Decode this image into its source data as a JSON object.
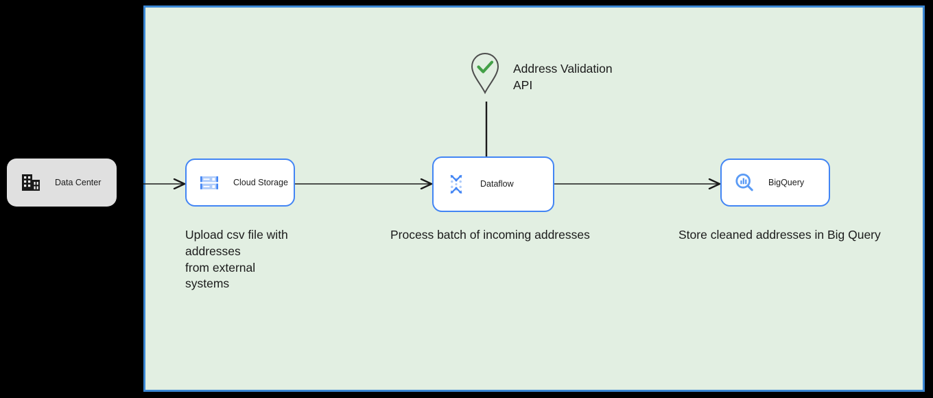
{
  "canvas": {
    "background_color": "#000000",
    "container": {
      "name": "cloud-boundary",
      "fill_color": "#e2efe2",
      "border_color": "#3b87d4"
    }
  },
  "nodes": [
    {
      "id": "data-center",
      "label": "Data Center",
      "icon": "office-building-icon",
      "fill_color": "#e0e0e0",
      "text_color": "#1b1b1b"
    },
    {
      "id": "cloud-storage",
      "label": "Cloud Storage",
      "icon": "cloud-storage-icon",
      "fill_color": "#ffffff",
      "border_color": "#4285f4"
    },
    {
      "id": "dataflow",
      "label": "Dataflow",
      "icon": "dataflow-icon",
      "fill_color": "#ffffff",
      "border_color": "#4285f4"
    },
    {
      "id": "bigquery",
      "label": "BigQuery",
      "icon": "bigquery-icon",
      "fill_color": "#ffffff",
      "border_color": "#4285f4"
    }
  ],
  "external_service": {
    "id": "address-validation-api",
    "label": "Address Validation\nAPI",
    "icon": "map-pin-check-icon",
    "pin_outline_color": "#4d4d4d",
    "check_color": "#43a047"
  },
  "captions": {
    "upload": "Upload csv file with\naddresses\nfrom external\nsystems",
    "process": "Process batch of incoming addresses",
    "store": "Store cleaned addresses in Big Query"
  },
  "edges": [
    {
      "id": "edge-datacenter-to-cloudstorage",
      "from": "data-center",
      "to": "cloud-storage"
    },
    {
      "id": "edge-cloudstorage-to-dataflow",
      "from": "cloud-storage",
      "to": "dataflow"
    },
    {
      "id": "edge-dataflow-to-bigquery",
      "from": "dataflow",
      "to": "bigquery"
    },
    {
      "id": "edge-addressapi-to-dataflow",
      "from": "address-validation-api",
      "to": "dataflow"
    }
  ]
}
